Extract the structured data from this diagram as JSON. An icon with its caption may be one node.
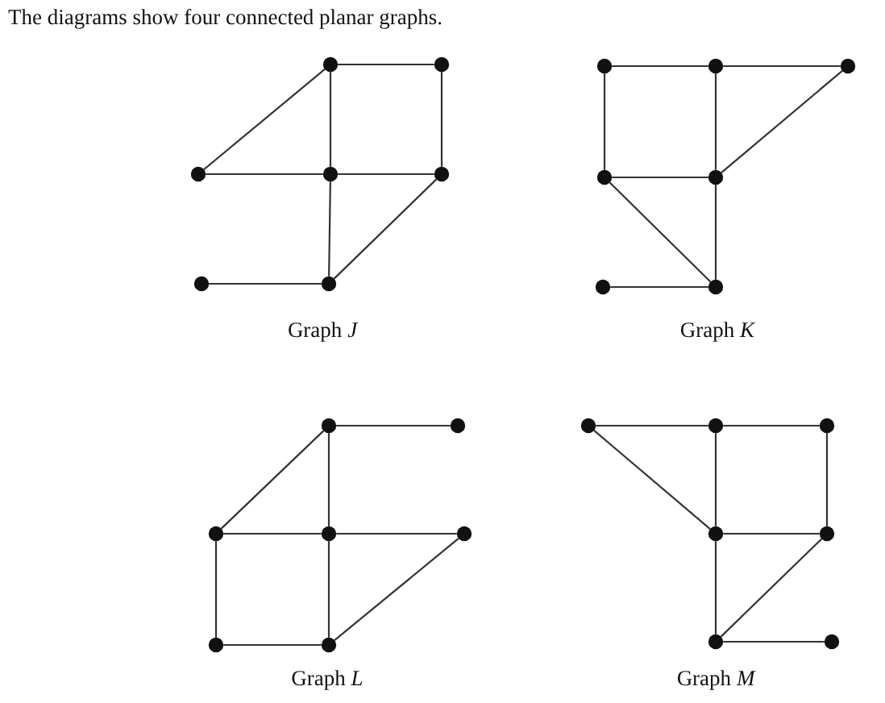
{
  "diagram": {
    "title": "The diagrams show four connected planar graphs.",
    "nodes": [
      {
        "text": [],
        "shape": "circle"
      },
      {
        "text": [],
        "shape": "circle"
      },
      {
        "text": [],
        "shape": "circle"
      },
      {
        "text": [],
        "shape": "circle"
      },
      {
        "text": [],
        "shape": "circle"
      },
      {
        "text": [],
        "shape": "circle"
      },
      {
        "text": [],
        "shape": "circle"
      },
      {
        "text": [],
        "shape": "circle"
      },
      {
        "text": [],
        "shape": "circle"
      },
      {
        "text": [],
        "shape": "circle"
      },
      {
        "text": [],
        "shape": "circle"
      },
      {
        "text": [],
        "shape": "circle"
      },
      {
        "text": [],
        "shape": "circle"
      },
      {
        "text": [],
        "shape": "circle"
      },
      {
        "text": [],
        "shape": "circle"
      },
      {
        "text": [],
        "shape": "circle"
      },
      {
        "text": [],
        "shape": "circle"
      },
      {
        "text": [],
        "shape": "circle"
      },
      {
        "text": [],
        "shape": "circle"
      },
      {
        "text": [],
        "shape": "circle"
      },
      {
        "text": [],
        "shape": "circle"
      },
      {
        "text": [],
        "shape": "circle"
      },
      {
        "text": [],
        "shape": "circle"
      },
      {
        "text": [],
        "shape": "circle"
      },
      {
        "text": [],
        "shape": "circle"
      },
      {
        "text": [],
        "shape": "circle"
      },
      {
        "text": [],
        "shape": "circle"
      },
      {
        "text": [],
        "shape": "circle"
      }
    ],
    "edges": [
      {
        "from": 0,
        "to": 1,
        "arrow": "none"
      },
      {
        "from": 0,
        "to": 2,
        "arrow": "none"
      },
      {
        "from": 0,
        "to": 3,
        "arrow": "none"
      },
      {
        "from": 1,
        "to": 4,
        "arrow": "none"
      },
      {
        "from": 2,
        "to": 3,
        "arrow": "none"
      },
      {
        "from": 3,
        "to": 4,
        "arrow": "none"
      },
      {
        "from": 3,
        "to": 6,
        "arrow": "none"
      },
      {
        "from": 4,
        "to": 6,
        "arrow": "none"
      },
      {
        "from": 5,
        "to": 6,
        "arrow": "none"
      },
      {
        "from": 7,
        "to": 8,
        "arrow": "none"
      },
      {
        "from": 8,
        "to": 9,
        "arrow": "none"
      },
      {
        "from": 7,
        "to": 10,
        "arrow": "none"
      },
      {
        "from": 8,
        "to": 11,
        "arrow": "none"
      },
      {
        "from": 9,
        "to": 11,
        "arrow": "none"
      },
      {
        "from": 10,
        "to": 11,
        "arrow": "none"
      },
      {
        "from": 10,
        "to": 13,
        "arrow": "none"
      },
      {
        "from": 11,
        "to": 13,
        "arrow": "none"
      },
      {
        "from": 12,
        "to": 13,
        "arrow": "none"
      },
      {
        "from": 14,
        "to": 15,
        "arrow": "none"
      },
      {
        "from": 14,
        "to": 16,
        "arrow": "none"
      },
      {
        "from": 14,
        "to": 17,
        "arrow": "none"
      },
      {
        "from": 16,
        "to": 17,
        "arrow": "none"
      },
      {
        "from": 17,
        "to": 18,
        "arrow": "none"
      },
      {
        "from": 16,
        "to": 19,
        "arrow": "none"
      },
      {
        "from": 17,
        "to": 20,
        "arrow": "none"
      },
      {
        "from": 18,
        "to": 20,
        "arrow": "none"
      },
      {
        "from": 19,
        "to": 20,
        "arrow": "none"
      },
      {
        "from": 21,
        "to": 22,
        "arrow": "none"
      },
      {
        "from": 22,
        "to": 23,
        "arrow": "none"
      },
      {
        "from": 21,
        "to": 24,
        "arrow": "none"
      },
      {
        "from": 22,
        "to": 24,
        "arrow": "none"
      },
      {
        "from": 23,
        "to": 25,
        "arrow": "none"
      },
      {
        "from": 24,
        "to": 25,
        "arrow": "none"
      },
      {
        "from": 24,
        "to": 26,
        "arrow": "none"
      },
      {
        "from": 25,
        "to": 26,
        "arrow": "none"
      },
      {
        "from": 26,
        "to": 27,
        "arrow": "none"
      }
    ],
    "labels": [
      "Graph *J*",
      "Graph *K*",
      "Graph *L*",
      "Graph *M*"
    ]
  }
}
